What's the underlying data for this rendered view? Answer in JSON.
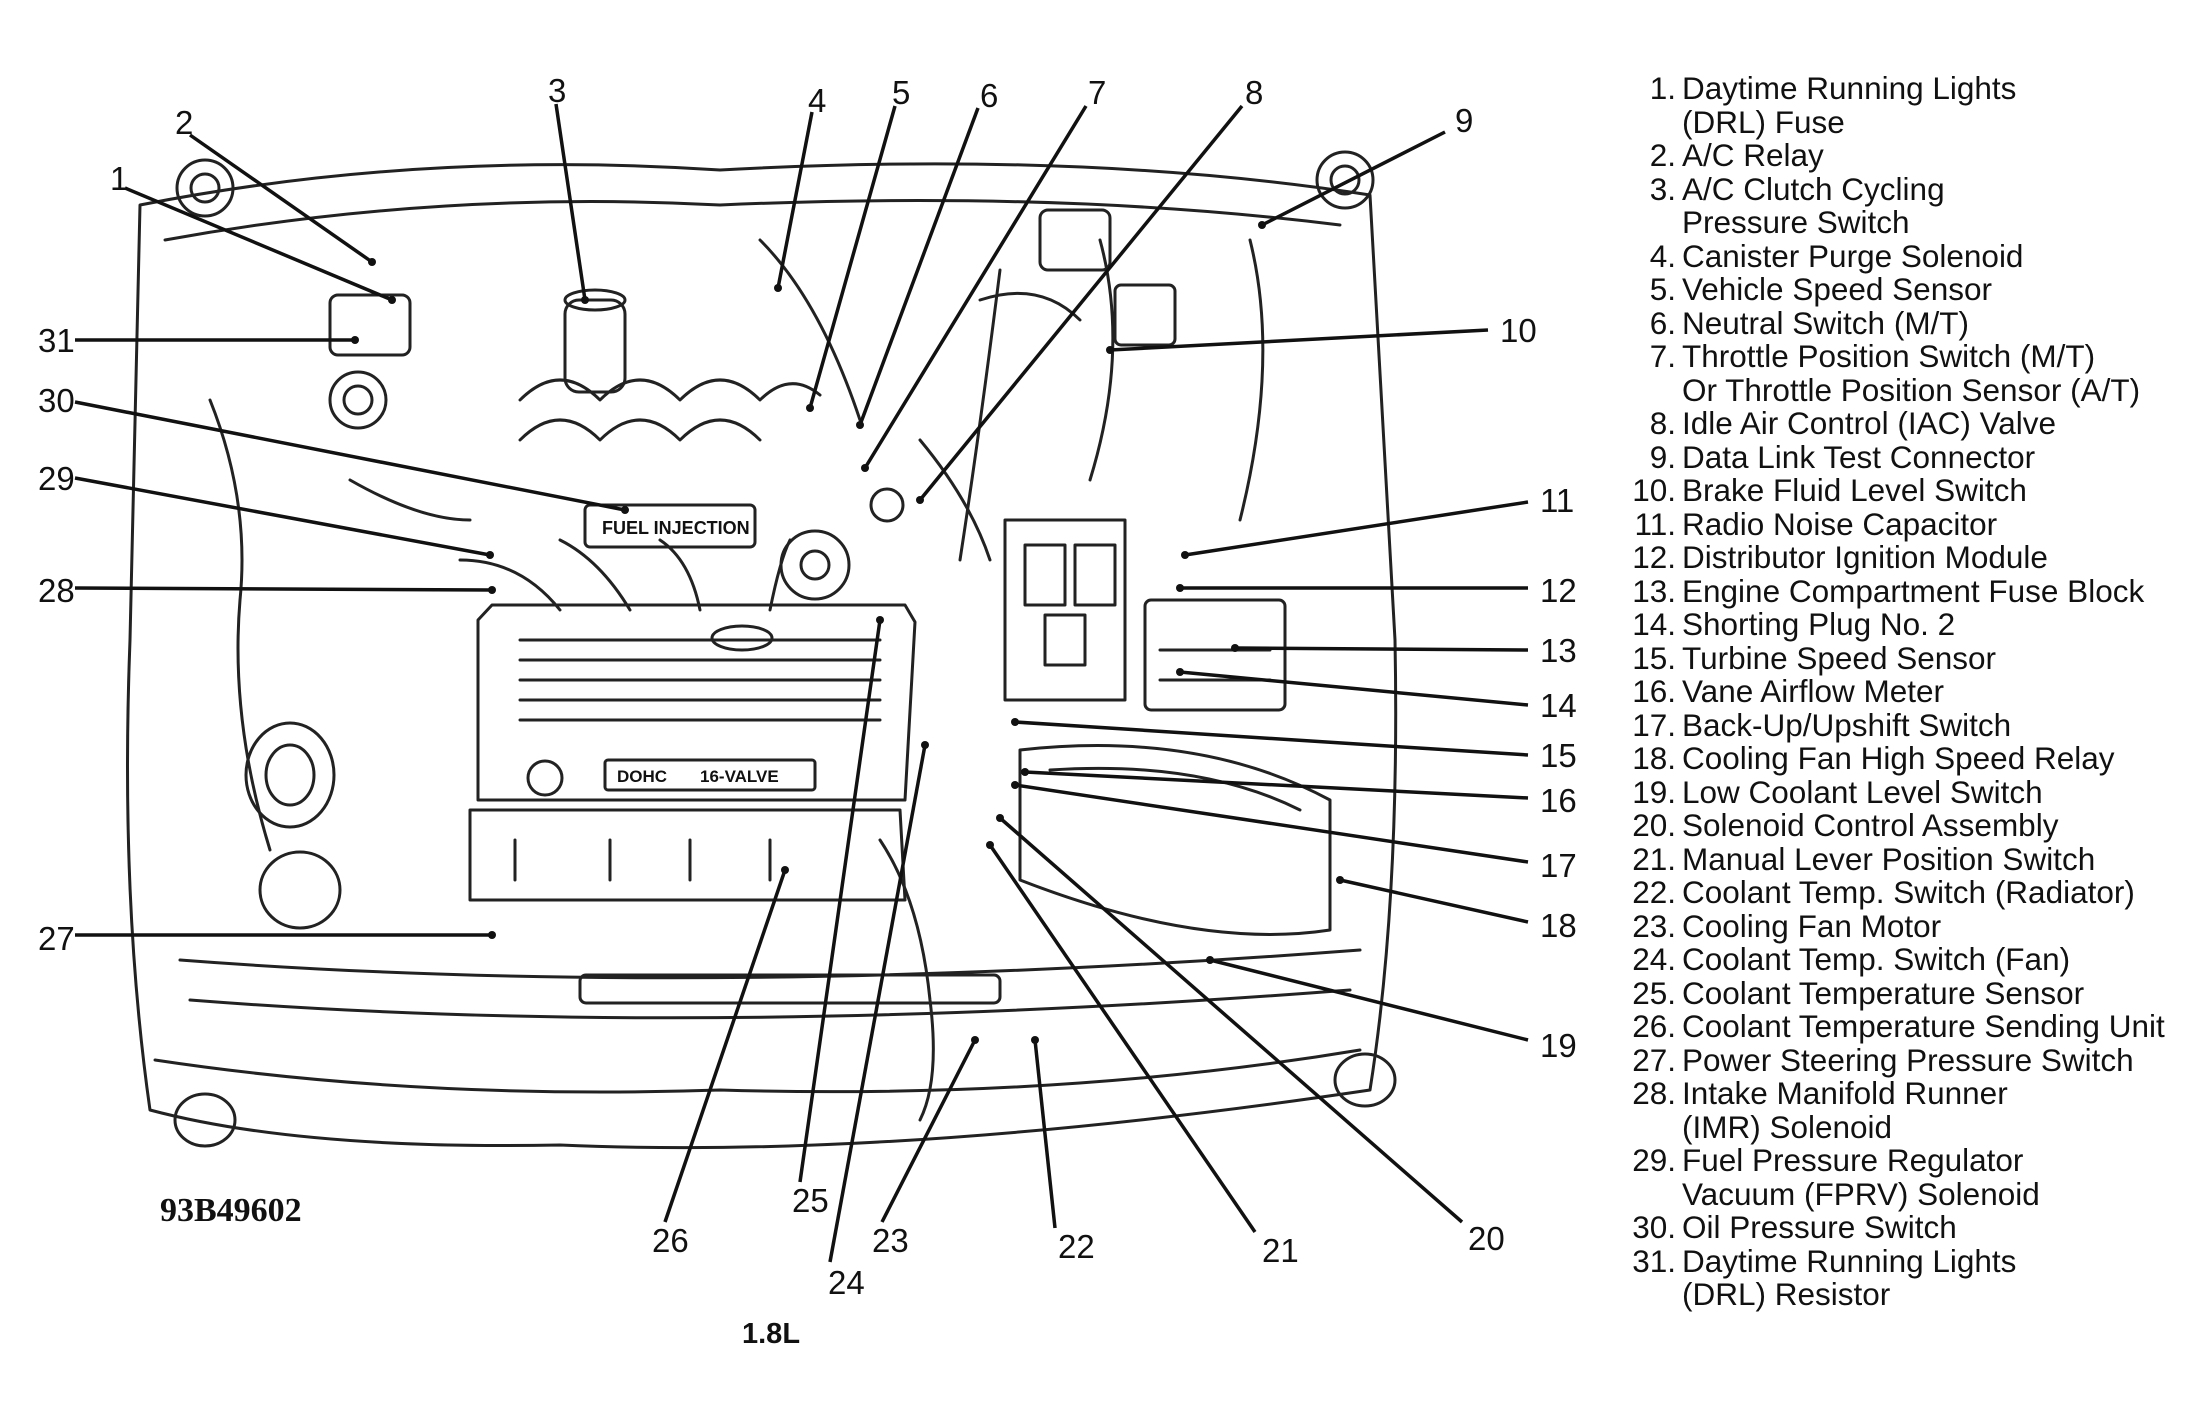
{
  "figure_id": "93B49602",
  "engine_size": "1.8L",
  "engine_plate": {
    "intake_text": "FUEL INJECTION",
    "head_left": "DOHC",
    "head_right": "16-VALVE"
  },
  "legend": [
    {
      "num": "1.",
      "text": "Daytime Running Lights\n(DRL) Fuse"
    },
    {
      "num": "2.",
      "text": "A/C Relay"
    },
    {
      "num": "3.",
      "text": "A/C Clutch Cycling\nPressure Switch"
    },
    {
      "num": "4.",
      "text": "Canister Purge Solenoid"
    },
    {
      "num": "5.",
      "text": "Vehicle Speed Sensor"
    },
    {
      "num": "6.",
      "text": "Neutral Switch (M/T)"
    },
    {
      "num": "7.",
      "text": "Throttle Position Switch (M/T)\nOr Throttle Position Sensor (A/T)"
    },
    {
      "num": "8.",
      "text": "Idle Air Control (IAC) Valve"
    },
    {
      "num": "9.",
      "text": "Data Link Test Connector"
    },
    {
      "num": "10.",
      "text": "Brake Fluid Level Switch"
    },
    {
      "num": "11.",
      "text": "Radio Noise Capacitor"
    },
    {
      "num": "12.",
      "text": "Distributor Ignition Module"
    },
    {
      "num": "13.",
      "text": "Engine Compartment Fuse Block"
    },
    {
      "num": "14.",
      "text": "Shorting Plug No. 2"
    },
    {
      "num": "15.",
      "text": "Turbine Speed Sensor"
    },
    {
      "num": "16.",
      "text": "Vane Airflow Meter"
    },
    {
      "num": "17.",
      "text": "Back-Up/Upshift Switch"
    },
    {
      "num": "18.",
      "text": "Cooling Fan High Speed Relay"
    },
    {
      "num": "19.",
      "text": "Low Coolant Level Switch"
    },
    {
      "num": "20.",
      "text": "Solenoid Control Assembly"
    },
    {
      "num": "21.",
      "text": "Manual Lever Position Switch"
    },
    {
      "num": "22.",
      "text": "Coolant Temp. Switch (Radiator)"
    },
    {
      "num": "23.",
      "text": "Cooling Fan Motor"
    },
    {
      "num": "24.",
      "text": "Coolant Temp. Switch (Fan)"
    },
    {
      "num": "25.",
      "text": "Coolant Temperature Sensor"
    },
    {
      "num": "26.",
      "text": "Coolant Temperature Sending Unit"
    },
    {
      "num": "27.",
      "text": "Power Steering Pressure Switch"
    },
    {
      "num": "28.",
      "text": "Intake Manifold Runner\n(IMR) Solenoid"
    },
    {
      "num": "29.",
      "text": "Fuel Pressure Regulator\nVacuum (FPRV) Solenoid"
    },
    {
      "num": "30.",
      "text": "Oil Pressure Switch"
    },
    {
      "num": "31.",
      "text": "Daytime Running Lights\n(DRL) Resistor"
    }
  ],
  "callouts": [
    "1",
    "2",
    "3",
    "4",
    "5",
    "6",
    "7",
    "8",
    "9",
    "10",
    "11",
    "12",
    "13",
    "14",
    "15",
    "16",
    "17",
    "18",
    "19",
    "20",
    "21",
    "22",
    "23",
    "24",
    "25",
    "26",
    "27",
    "28",
    "29",
    "30",
    "31"
  ]
}
